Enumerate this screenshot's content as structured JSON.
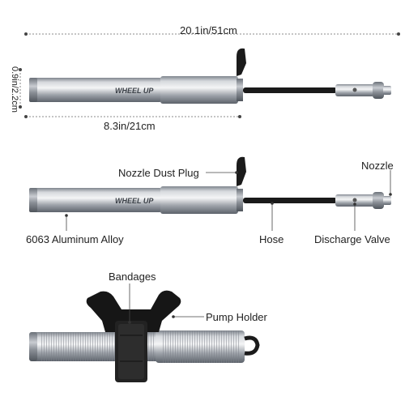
{
  "dimensions": {
    "total_length": "20.1in/51cm",
    "barrel_length": "8.3in/21cm",
    "diameter": "0.9in/2.2cm"
  },
  "brand": "WHEEL UP",
  "labels": {
    "nozzle_dust_plug": "Nozzle Dust Plug",
    "nozzle": "Nozzle",
    "aluminum_alloy": "6063 Aluminum Alloy",
    "hose": "Hose",
    "discharge_valve": "Discharge Valve",
    "bandages": "Bandages",
    "pump_holder": "Pump Holder"
  },
  "colors": {
    "aluminum": "#b8bcc2",
    "hose": "#1a1a1a",
    "holder": "#161616"
  }
}
